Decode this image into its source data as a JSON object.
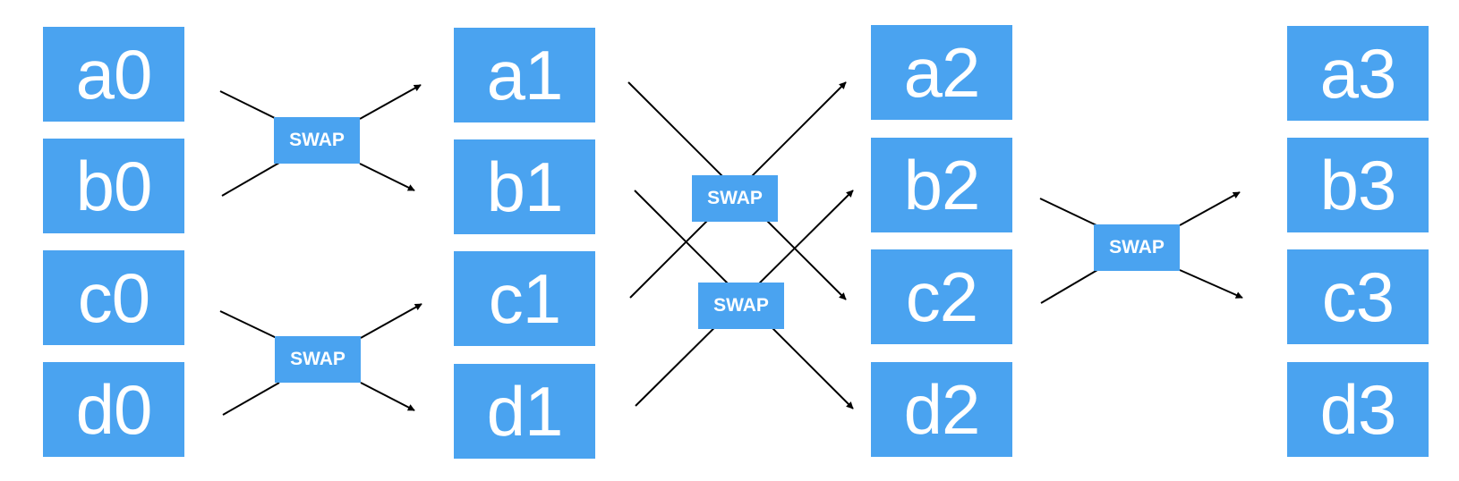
{
  "colors": {
    "box_fill": "#4aa3f0",
    "text": "#ffffff",
    "wire": "#000000",
    "background": "#ffffff"
  },
  "columns": [
    {
      "nodes": [
        "a0",
        "b0",
        "c0",
        "d0"
      ]
    },
    {
      "nodes": [
        "a1",
        "b1",
        "c1",
        "d1"
      ]
    },
    {
      "nodes": [
        "a2",
        "b2",
        "c2",
        "d2"
      ]
    },
    {
      "nodes": [
        "a3",
        "b3",
        "c3",
        "d3"
      ]
    }
  ],
  "swaps": [
    {
      "label": "SWAP"
    },
    {
      "label": "SWAP"
    },
    {
      "label": "SWAP"
    },
    {
      "label": "SWAP"
    },
    {
      "label": "SWAP"
    }
  ]
}
